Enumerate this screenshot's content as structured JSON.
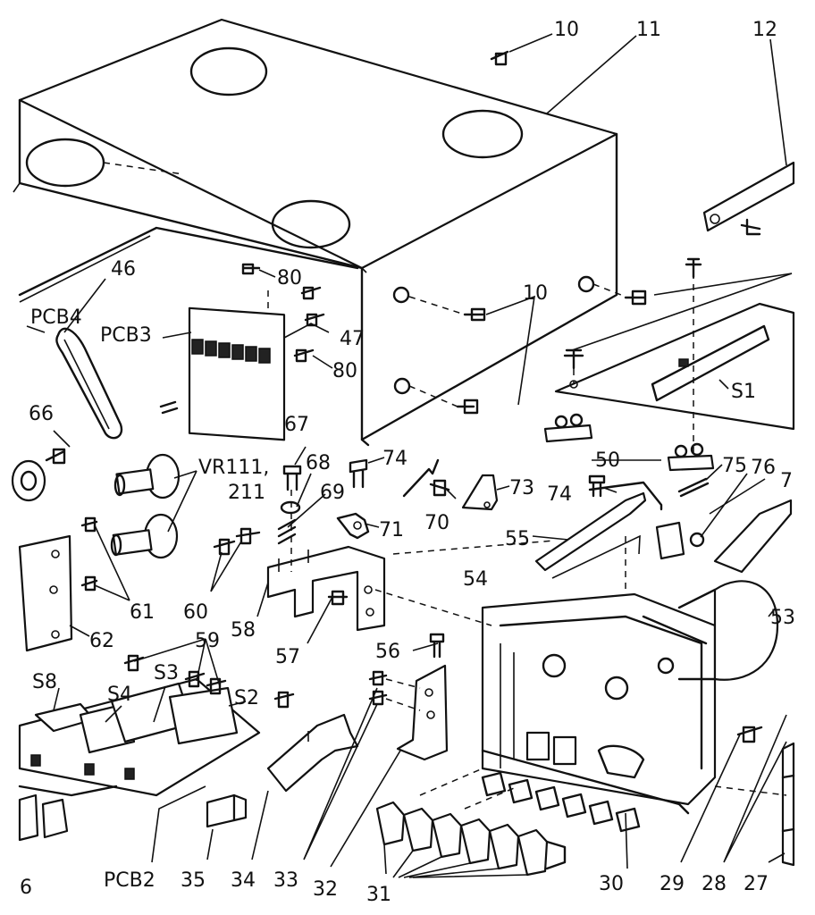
{
  "labels": {
    "l10a": "10",
    "l11": "11",
    "l12": "12",
    "l46": "46",
    "lpcb4": "PCB4",
    "lpcb3": "PCB3",
    "l80a": "80",
    "l47": "47",
    "l80b": "80",
    "l10b": "10",
    "ls1": "S1",
    "l66": "66",
    "l67": "67",
    "l68": "68",
    "l74a": "74",
    "lvr1": "VR111,",
    "lvr2": "211",
    "l69": "69",
    "l71": "71",
    "l73": "73",
    "l70": "70",
    "l74b": "74",
    "l50": "50",
    "l75": "75",
    "l76": "76",
    "l7": "7",
    "l55": "55",
    "l54": "54",
    "l61": "61",
    "l60": "60",
    "l58": "58",
    "l53": "53",
    "l62": "62",
    "l59": "59",
    "l57": "57",
    "l56": "56",
    "ls8": "S8",
    "ls3": "S3",
    "ls4": "S4",
    "ls2": "S2",
    "l6": "6",
    "lpcb2": "PCB2",
    "l35": "35",
    "l34": "34",
    "l33": "33",
    "l32": "32",
    "l31": "31",
    "l30": "30",
    "l29": "29",
    "l28": "28",
    "l27": "27"
  }
}
